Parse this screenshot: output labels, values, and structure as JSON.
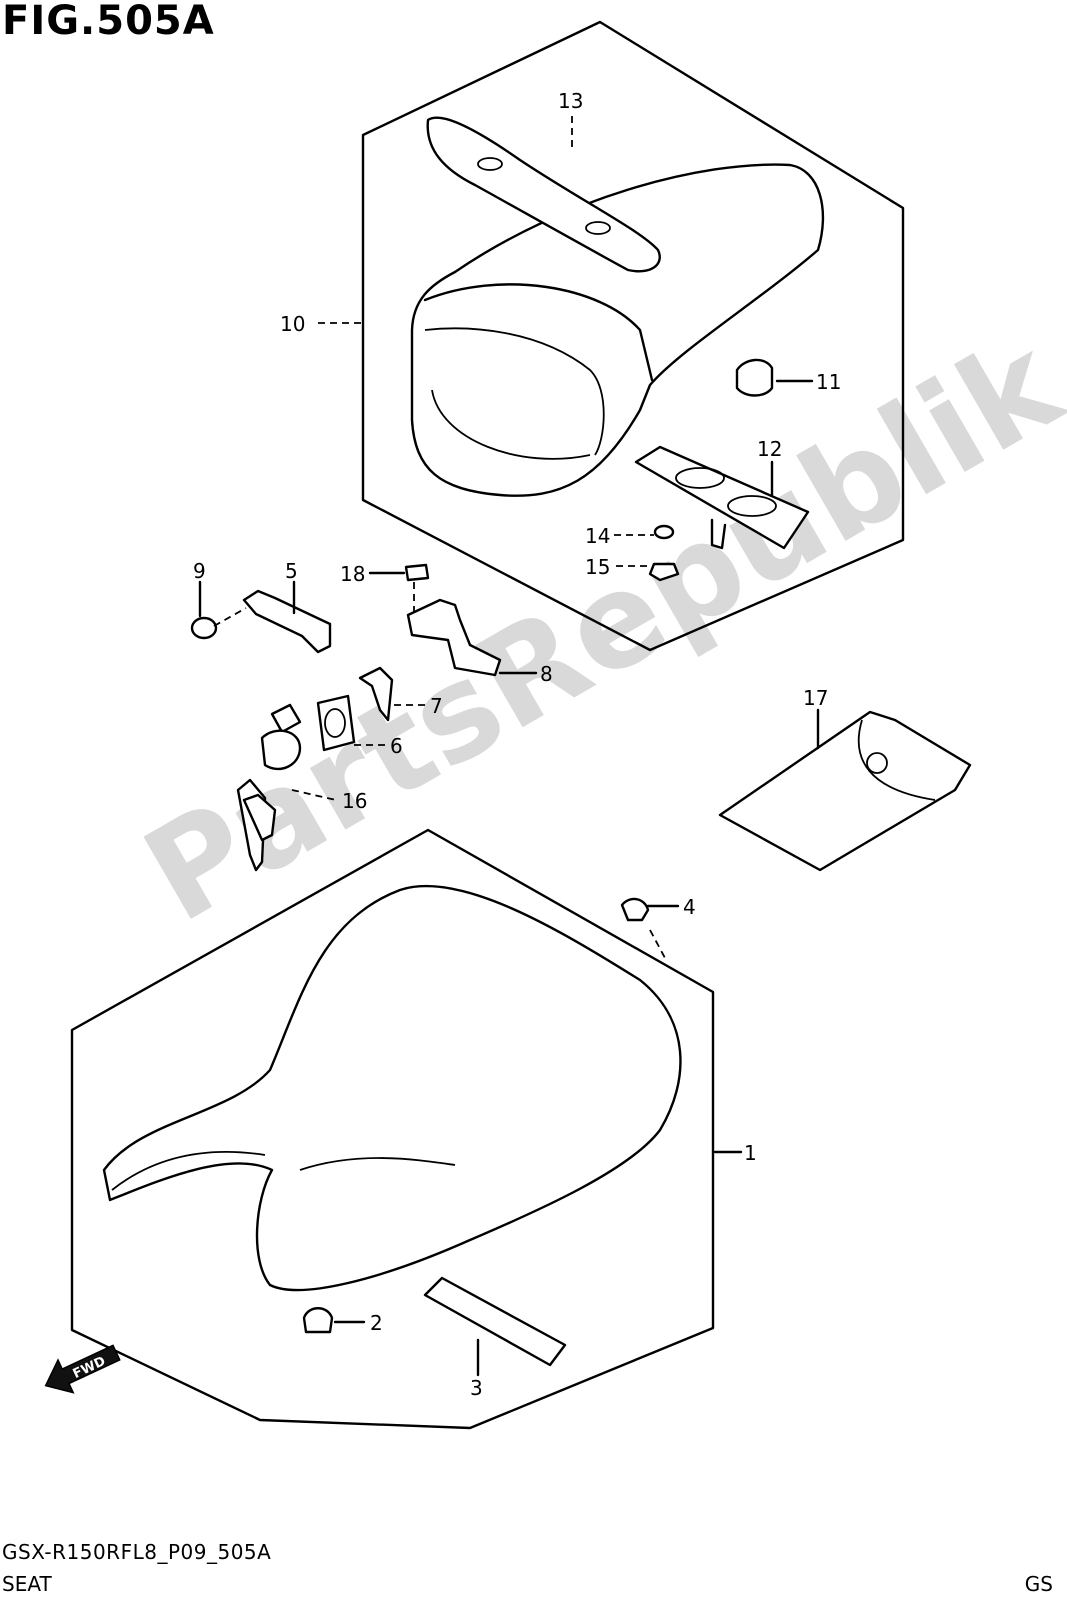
{
  "figure": {
    "title": "FIG.505A",
    "code": "GSX-R150RFL8_P09_505A",
    "name": "SEAT",
    "region": "GS"
  },
  "watermark": "PartsRepublik",
  "fwd_label": "FWD",
  "callouts": [
    "1",
    "2",
    "3",
    "4",
    "5",
    "6",
    "7",
    "8",
    "9",
    "10",
    "11",
    "12",
    "13",
    "14",
    "15",
    "16",
    "17",
    "18"
  ]
}
